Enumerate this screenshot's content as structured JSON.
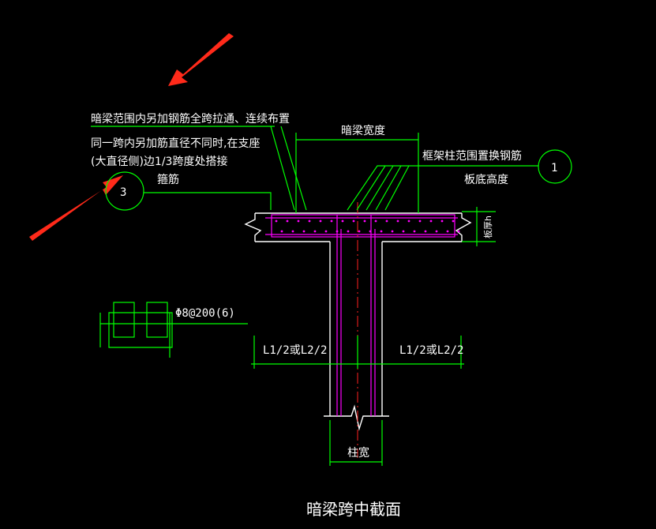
{
  "drawing": {
    "title": "暗梁跨中截面",
    "annotations": {
      "note_line1": "暗梁范围内另加钢筋全跨拉通、连续布置",
      "note_line2": "同一跨内另加筋直径不同时,在支座",
      "note_line3": "(大直径侧)边1/3跨度处搭接",
      "stirrup": "箍筋",
      "beam_width": "暗梁宽度",
      "rebar_replace": "框架柱范围置换钢筋",
      "slab_bottom": "板底高度",
      "slab_thickness": "板厚h",
      "stirrup_spec": "Φ8@200(6)",
      "span_left": "L1/2或L2/2",
      "span_right": "L1/2或L2/2",
      "column_width": "柱宽"
    },
    "callouts": {
      "right_number": "1",
      "left_number": "3"
    },
    "colors": {
      "background": "#000000",
      "leader": "#00ff00",
      "text": "#ffffff",
      "rebar": "#ff00ff",
      "centerline": "#ff2020",
      "arrow": "#ff2a1a"
    }
  }
}
